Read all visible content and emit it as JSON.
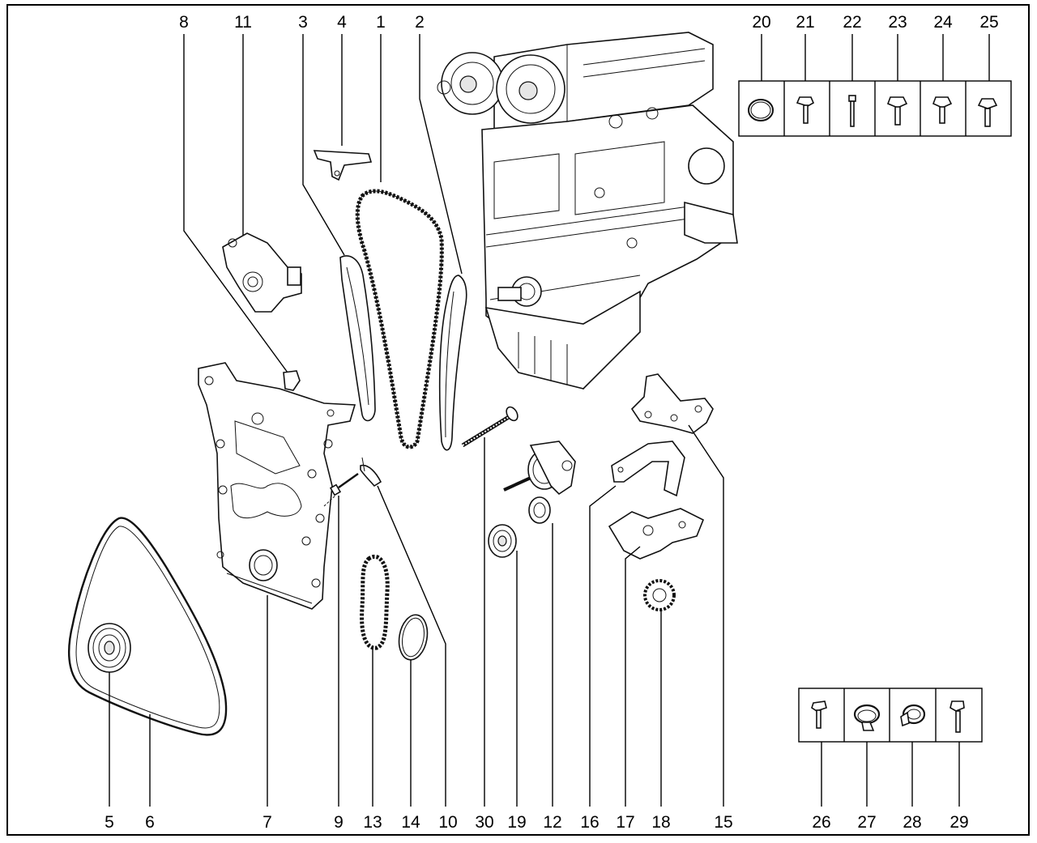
{
  "callouts": [
    {
      "n": "8",
      "part": "bracket-clip"
    },
    {
      "n": "11",
      "part": "oil-pump"
    },
    {
      "n": "3",
      "part": "tensioner-rail"
    },
    {
      "n": "4",
      "part": "chain-guide-upper"
    },
    {
      "n": "1",
      "part": "timing-chain"
    },
    {
      "n": "2",
      "part": "guide-rail"
    },
    {
      "n": "20",
      "part": "seal-ring"
    },
    {
      "n": "21",
      "part": "bolt"
    },
    {
      "n": "22",
      "part": "bolt"
    },
    {
      "n": "23",
      "part": "bolt"
    },
    {
      "n": "24",
      "part": "bolt"
    },
    {
      "n": "25",
      "part": "bolt"
    },
    {
      "n": "5",
      "part": "crankshaft-pulley"
    },
    {
      "n": "6",
      "part": "drive-belt"
    },
    {
      "n": "7",
      "part": "timing-cover"
    },
    {
      "n": "9",
      "part": "stud"
    },
    {
      "n": "13",
      "part": "oil-pump-chain"
    },
    {
      "n": "14",
      "part": "gasket"
    },
    {
      "n": "10",
      "part": "chain-tensioner-lever"
    },
    {
      "n": "30",
      "part": "long-bolt"
    },
    {
      "n": "19",
      "part": "idler-pulley"
    },
    {
      "n": "12",
      "part": "belt-tensioner"
    },
    {
      "n": "16",
      "part": "bracket"
    },
    {
      "n": "17",
      "part": "mount-bracket"
    },
    {
      "n": "18",
      "part": "sprocket"
    },
    {
      "n": "15",
      "part": "engine-mount"
    },
    {
      "n": "26",
      "part": "bolt"
    },
    {
      "n": "27",
      "part": "hose-clamp"
    },
    {
      "n": "28",
      "part": "hose-clamp"
    },
    {
      "n": "29",
      "part": "bolt"
    }
  ],
  "top_labels": {
    "n8": "8",
    "n11": "11",
    "n3": "3",
    "n4": "4",
    "n1": "1",
    "n2": "2"
  },
  "kit_top": [
    "20",
    "21",
    "22",
    "23",
    "24",
    "25"
  ],
  "bottom_labels": {
    "n5": "5",
    "n6": "6",
    "n7": "7",
    "n9": "9",
    "n13": "13",
    "n14": "14",
    "n10": "10",
    "n30": "30",
    "n19": "19",
    "n12": "12",
    "n16": "16",
    "n17": "17",
    "n18": "18",
    "n15": "15"
  },
  "kit_bottom": [
    "26",
    "27",
    "28",
    "29"
  ]
}
